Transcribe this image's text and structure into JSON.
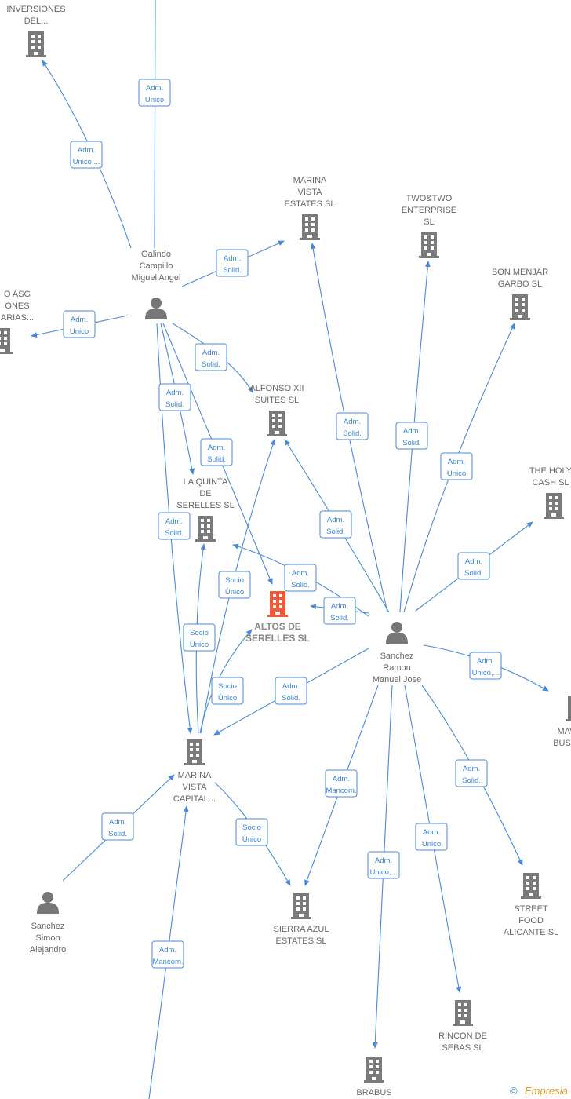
{
  "colors": {
    "edge": "#4a8ad8",
    "label_border": "#4a8ad8",
    "label_text": "#3a84d4",
    "node_text": "#666666",
    "company_icon": "#7a7a7a",
    "focal_icon": "#f05a38",
    "person_icon": "#777777"
  },
  "nodes": {
    "inversiones": {
      "lines": [
        "INVERSIONES",
        "DEL..."
      ],
      "kind": "company"
    },
    "asg": {
      "lines": [
        "O ASG",
        "ONES",
        "ARIAS..."
      ],
      "kind": "company"
    },
    "galindo": {
      "lines": [
        "Galindo",
        "Campillo",
        "Miguel Angel"
      ],
      "kind": "person"
    },
    "marina_vista_estates": {
      "lines": [
        "MARINA",
        "VISTA",
        "ESTATES  SL"
      ],
      "kind": "company"
    },
    "twotwo": {
      "lines": [
        "TWO&TWO",
        "ENTERPRISE",
        "SL"
      ],
      "kind": "company"
    },
    "bon_menjar": {
      "lines": [
        "BON MENJAR",
        "GARBO  SL"
      ],
      "kind": "company"
    },
    "alfonso": {
      "lines": [
        "ALFONSO XII",
        "SUITES  SL"
      ],
      "kind": "company"
    },
    "la_quinta": {
      "lines": [
        "LA QUINTA",
        "DE",
        "SERELLES  SL"
      ],
      "kind": "company"
    },
    "holy_cash": {
      "lines": [
        "THE HOLY",
        "CASH  SL"
      ],
      "kind": "company"
    },
    "altos": {
      "lines": [
        "ALTOS DE",
        "SERELLES  SL"
      ],
      "kind": "focal"
    },
    "sanchez_ramon": {
      "lines": [
        "Sanchez",
        "Ramon",
        "Manuel Jose"
      ],
      "kind": "person"
    },
    "mav_busin": {
      "lines": [
        "MAV",
        "BUSIN"
      ],
      "kind": "company"
    },
    "marina_vista_capital": {
      "lines": [
        "MARINA",
        "VISTA",
        "CAPITAL..."
      ],
      "kind": "company"
    },
    "sanchez_simon": {
      "lines": [
        "Sanchez",
        "Simon",
        "Alejandro"
      ],
      "kind": "person"
    },
    "sierra_azul": {
      "lines": [
        "SIERRA AZUL",
        "ESTATES  SL"
      ],
      "kind": "company"
    },
    "street_food": {
      "lines": [
        "STREET",
        "FOOD",
        "ALICANTE  SL"
      ],
      "kind": "company"
    },
    "rincon": {
      "lines": [
        "RINCON DE",
        "SEBAS  SL"
      ],
      "kind": "company"
    },
    "brabus": {
      "lines": [
        "BRABUS"
      ],
      "kind": "company"
    }
  },
  "edges": [
    {
      "from": "galindo",
      "to": "inversiones",
      "label": [
        "Adm.",
        "Unico,..."
      ]
    },
    {
      "from": "galindo",
      "to": "offscreen_top",
      "label": [
        "Adm.",
        "Unico"
      ]
    },
    {
      "from": "galindo",
      "to": "asg",
      "label": [
        "Adm.",
        "Unico"
      ]
    },
    {
      "from": "galindo",
      "to": "marina_vista_estates",
      "label": [
        "Adm.",
        "Solid."
      ]
    },
    {
      "from": "galindo",
      "to": "alfonso",
      "label": [
        "Adm.",
        "Solid."
      ]
    },
    {
      "from": "galindo",
      "to": "la_quinta",
      "label": [
        "Adm.",
        "Solid."
      ]
    },
    {
      "from": "galindo",
      "to": "altos",
      "label": [
        "Adm.",
        "Solid."
      ]
    },
    {
      "from": "galindo",
      "to": "marina_vista_capital",
      "label": [
        "Adm.",
        "Solid."
      ]
    },
    {
      "from": "sanchez_ramon",
      "to": "marina_vista_estates",
      "label": [
        "Adm.",
        "Solid."
      ]
    },
    {
      "from": "sanchez_ramon",
      "to": "twotwo",
      "label": [
        "Adm.",
        "Solid."
      ]
    },
    {
      "from": "sanchez_ramon",
      "to": "bon_menjar",
      "label": [
        "Adm.",
        "Unico"
      ]
    },
    {
      "from": "sanchez_ramon",
      "to": "alfonso",
      "label": [
        "Adm.",
        "Solid."
      ]
    },
    {
      "from": "sanchez_ramon",
      "to": "holy_cash",
      "label": [
        "Adm.",
        "Solid."
      ]
    },
    {
      "from": "sanchez_ramon",
      "to": "la_quinta",
      "label": [
        "Adm.",
        "Solid."
      ]
    },
    {
      "from": "sanchez_ramon",
      "to": "altos",
      "label": [
        "Adm.",
        "Solid."
      ]
    },
    {
      "from": "sanchez_ramon",
      "to": "mav_busin",
      "label": [
        "Adm.",
        "Unico,..."
      ]
    },
    {
      "from": "sanchez_ramon",
      "to": "marina_vista_capital",
      "label": [
        "Adm.",
        "Solid."
      ]
    },
    {
      "from": "sanchez_ramon",
      "to": "sierra_azul",
      "label": [
        "Adm.",
        "Mancom."
      ]
    },
    {
      "from": "sanchez_ramon",
      "to": "brabus",
      "label": [
        "Adm.",
        "Unico,..."
      ]
    },
    {
      "from": "sanchez_ramon",
      "to": "rincon",
      "label": [
        "Adm.",
        "Unico"
      ]
    },
    {
      "from": "sanchez_ramon",
      "to": "street_food",
      "label": [
        "Adm.",
        "Solid."
      ]
    },
    {
      "from": "marina_vista_capital",
      "to": "alfonso",
      "label": [
        "Socio",
        "Único"
      ]
    },
    {
      "from": "marina_vista_capital",
      "to": "la_quinta",
      "label": [
        "Socio",
        "Único"
      ]
    },
    {
      "from": "marina_vista_capital",
      "to": "altos",
      "label": [
        "Socio",
        "Único"
      ]
    },
    {
      "from": "marina_vista_capital",
      "to": "sierra_azul",
      "label": [
        "Socio",
        "Único"
      ]
    },
    {
      "from": "sanchez_simon",
      "to": "marina_vista_capital",
      "label": [
        "Adm.",
        "Solid."
      ]
    },
    {
      "from": "offscreen_bottom",
      "to": "marina_vista_capital",
      "label": [
        "Adm.",
        "Mancom."
      ]
    }
  ],
  "watermark": {
    "symbol": "©",
    "brand": "Empresia"
  }
}
